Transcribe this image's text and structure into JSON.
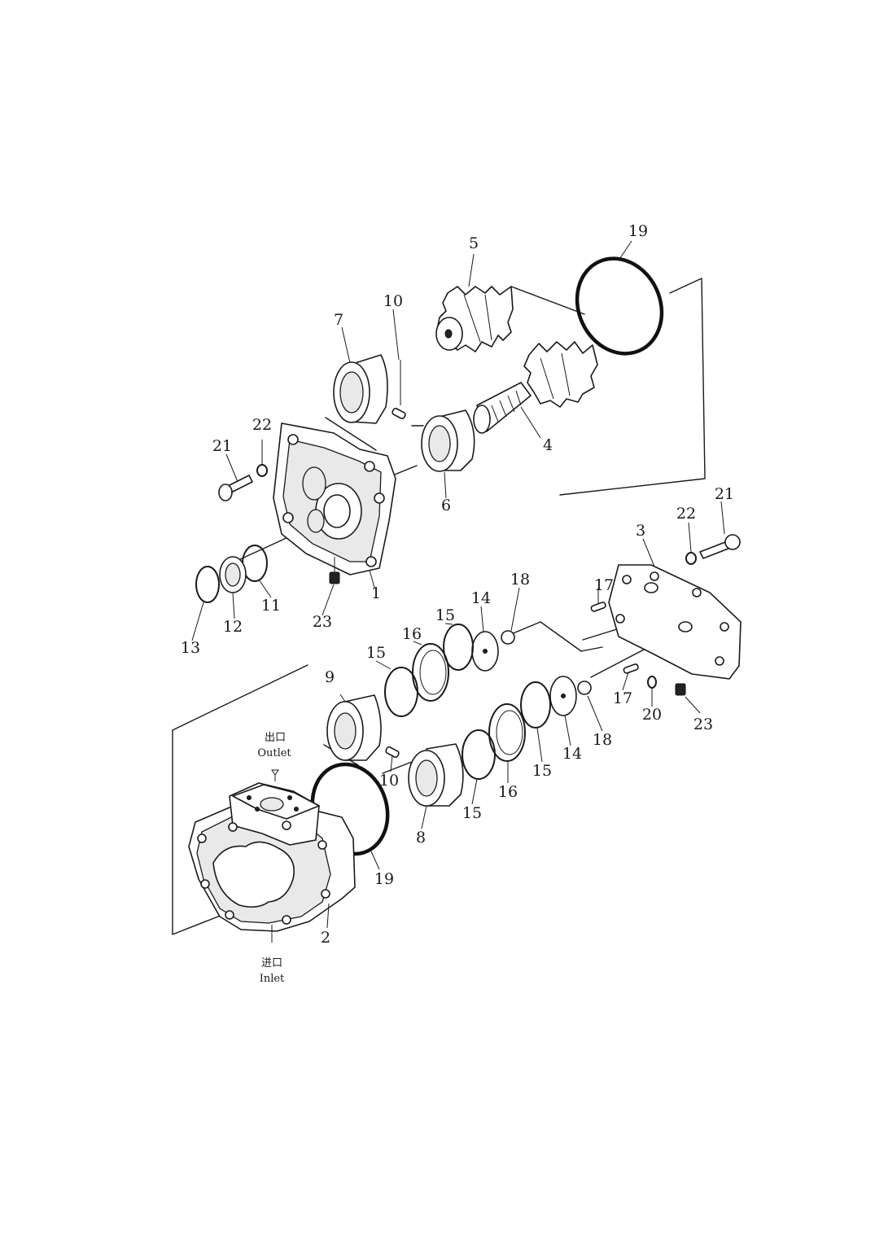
{
  "diagram": {
    "part_numbers": {
      "p1": "1",
      "p2": "2",
      "p3": "3",
      "p4": "4",
      "p5": "5",
      "p6": "6",
      "p7": "7",
      "p8": "8",
      "p9": "9",
      "p10": "10",
      "p11": "11",
      "p12": "12",
      "p13": "13",
      "p14": "14",
      "p15": "15",
      "p16": "16",
      "p17": "17",
      "p18": "18",
      "p19": "19",
      "p20": "20",
      "p21": "21",
      "p22": "22",
      "p23": "23"
    },
    "ports": {
      "outlet_cn": "出口",
      "outlet_en": "Outlet",
      "inlet_cn": "进口",
      "inlet_en": "Inlet"
    }
  }
}
